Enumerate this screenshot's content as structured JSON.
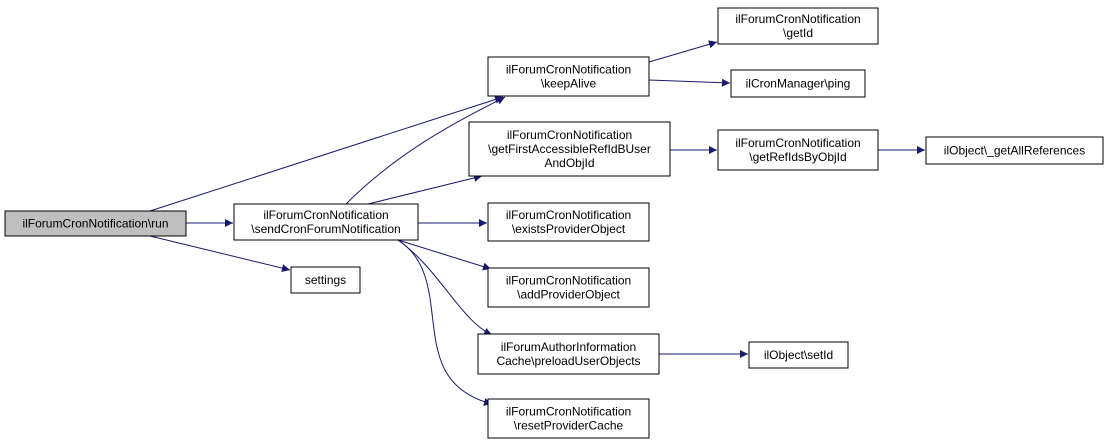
{
  "diagram": {
    "nodes": [
      {
        "id": "run",
        "lines": [
          "ilForumCronNotification\\run"
        ],
        "root": true
      },
      {
        "id": "sendCron",
        "lines": [
          "ilForumCronNotification",
          "\\sendCronForumNotification"
        ]
      },
      {
        "id": "settings",
        "lines": [
          "settings"
        ]
      },
      {
        "id": "keepAlive",
        "lines": [
          "ilForumCronNotification",
          "\\keepAlive"
        ]
      },
      {
        "id": "getFirst",
        "lines": [
          "ilForumCronNotification",
          "\\getFirstAccessibleRefIdBUser",
          "AndObjId"
        ]
      },
      {
        "id": "exists",
        "lines": [
          "ilForumCronNotification",
          "\\existsProviderObject"
        ]
      },
      {
        "id": "add",
        "lines": [
          "ilForumCronNotification",
          "\\addProviderObject"
        ]
      },
      {
        "id": "preload",
        "lines": [
          "ilForumAuthorInformation",
          "Cache\\preloadUserObjects"
        ]
      },
      {
        "id": "reset",
        "lines": [
          "ilForumCronNotification",
          "\\resetProviderCache"
        ]
      },
      {
        "id": "getId",
        "lines": [
          "ilForumCronNotification",
          "\\getId"
        ]
      },
      {
        "id": "ping",
        "lines": [
          "ilCronManager\\ping"
        ]
      },
      {
        "id": "getRefIds",
        "lines": [
          "ilForumCronNotification",
          "\\getRefIdsByObjId"
        ]
      },
      {
        "id": "getAllRefs",
        "lines": [
          "ilObject\\_getAllReferences"
        ]
      },
      {
        "id": "setId",
        "lines": [
          "ilObject\\setId"
        ]
      }
    ],
    "edges": [
      {
        "from": "run",
        "to": "sendCron"
      },
      {
        "from": "run",
        "to": "settings"
      },
      {
        "from": "run",
        "to": "keepAlive"
      },
      {
        "from": "sendCron",
        "to": "keepAlive"
      },
      {
        "from": "sendCron",
        "to": "getFirst"
      },
      {
        "from": "sendCron",
        "to": "exists"
      },
      {
        "from": "sendCron",
        "to": "add"
      },
      {
        "from": "sendCron",
        "to": "preload"
      },
      {
        "from": "sendCron",
        "to": "reset"
      },
      {
        "from": "keepAlive",
        "to": "getId"
      },
      {
        "from": "keepAlive",
        "to": "ping"
      },
      {
        "from": "getFirst",
        "to": "getRefIds"
      },
      {
        "from": "getRefIds",
        "to": "getAllRefs"
      },
      {
        "from": "preload",
        "to": "setId"
      }
    ],
    "colors": {
      "edge": "#191970",
      "root_fill": "#bfbfbf",
      "node_fill": "#ffffff",
      "border": "#000000"
    }
  }
}
